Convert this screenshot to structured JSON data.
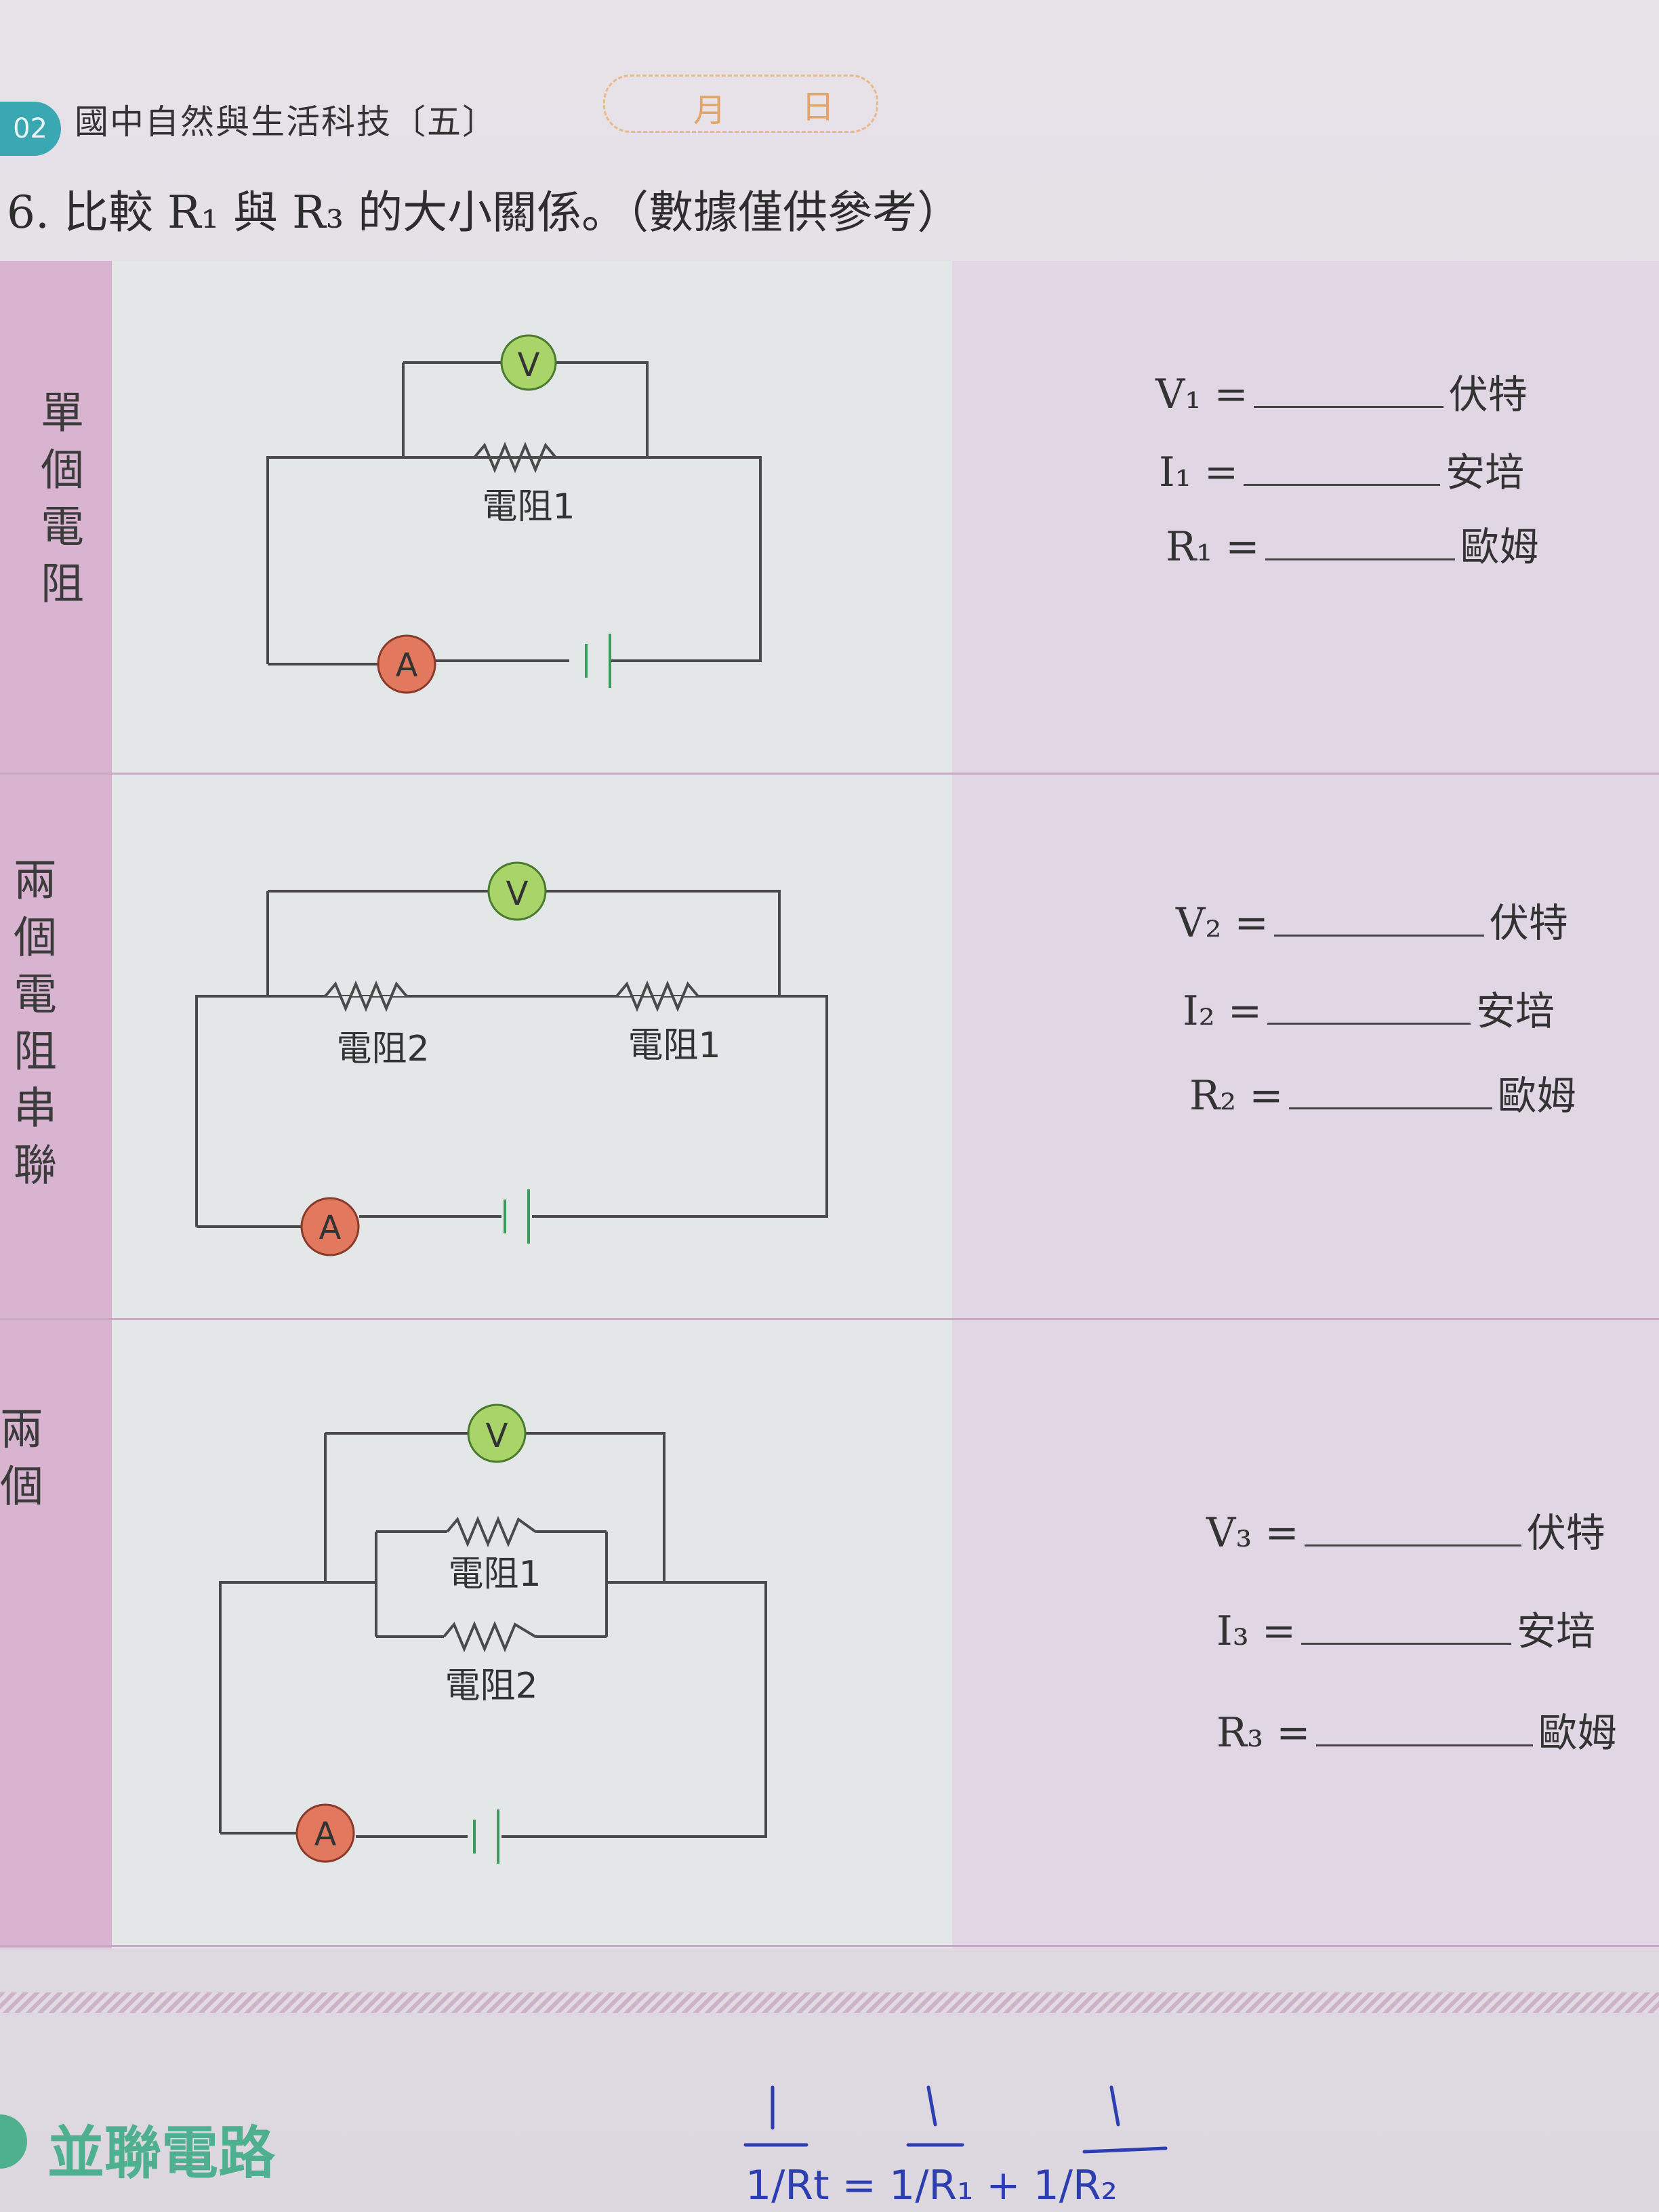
{
  "header": {
    "page_number": "02",
    "book_title": "國中自然與生活科技〔五〕",
    "date_month": "月",
    "date_day": "日"
  },
  "question": {
    "text": "6. 比較 R₁ 與 R₃ 的大小關係。（數據僅供參考）"
  },
  "rows": [
    {
      "side_label": "單個電阻",
      "resistors": [
        "電阻1"
      ],
      "meter_v": "V",
      "meter_a": "A",
      "equations": [
        {
          "var": "V₁ =",
          "unit": "伏特"
        },
        {
          "var": "I₁ =",
          "unit": "安培"
        },
        {
          "var": "R₁ =",
          "unit": "歐姆"
        }
      ]
    },
    {
      "side_label": "兩個電阻串聯",
      "resistors": [
        "電阻2",
        "電阻1"
      ],
      "meter_v": "V",
      "meter_a": "A",
      "equations": [
        {
          "var": "V₂ =",
          "unit": "伏特"
        },
        {
          "var": "I₂ =",
          "unit": "安培"
        },
        {
          "var": "R₂ =",
          "unit": "歐姆"
        }
      ]
    },
    {
      "side_label": "兩個",
      "resistors": [
        "電阻1",
        "電阻2"
      ],
      "meter_v": "V",
      "meter_a": "A",
      "equations": [
        {
          "var": "V₃ =",
          "unit": "伏特"
        },
        {
          "var": "I₃ =",
          "unit": "安培"
        },
        {
          "var": "R₃ =",
          "unit": "歐姆"
        }
      ]
    }
  ],
  "section": {
    "title": "並聯電路"
  },
  "handwriting": {
    "text": "1/Rt = 1/R₁ + 1/R₂"
  },
  "colors": {
    "voltmeter": "#a8d46a",
    "ammeter": "#e2795e",
    "battery": "#3c9a5a",
    "section_title": "#4eb08f",
    "side_column": "#d8b4d0",
    "handwriting_ink": "#2d3fb0"
  }
}
